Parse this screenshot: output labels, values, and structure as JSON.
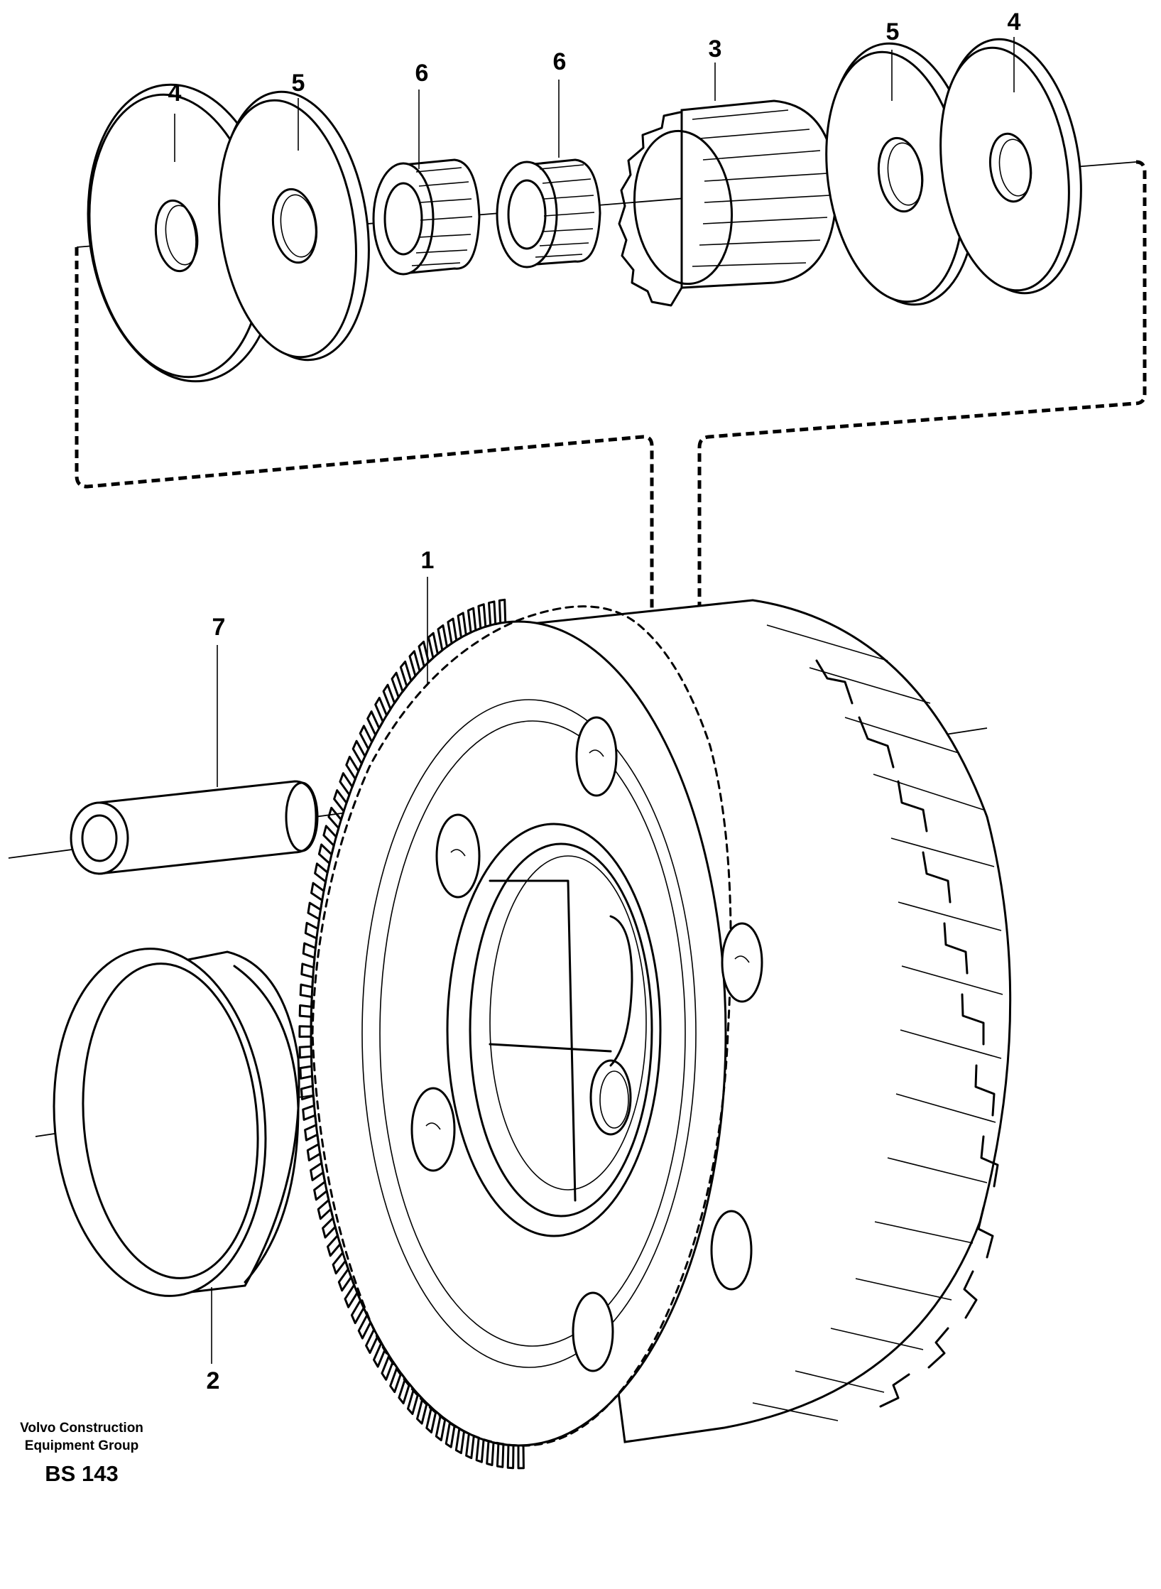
{
  "diagram": {
    "callouts": {
      "c1": "1",
      "c2": "2",
      "c3": "3",
      "c4_left": "4",
      "c4_right": "4",
      "c5_left": "5",
      "c5_right": "5",
      "c6_left": "6",
      "c6_right": "6",
      "c7": "7"
    },
    "footer": {
      "company_line1": "Volvo Construction",
      "company_line2": "Equipment Group",
      "code": "BS 143"
    }
  }
}
